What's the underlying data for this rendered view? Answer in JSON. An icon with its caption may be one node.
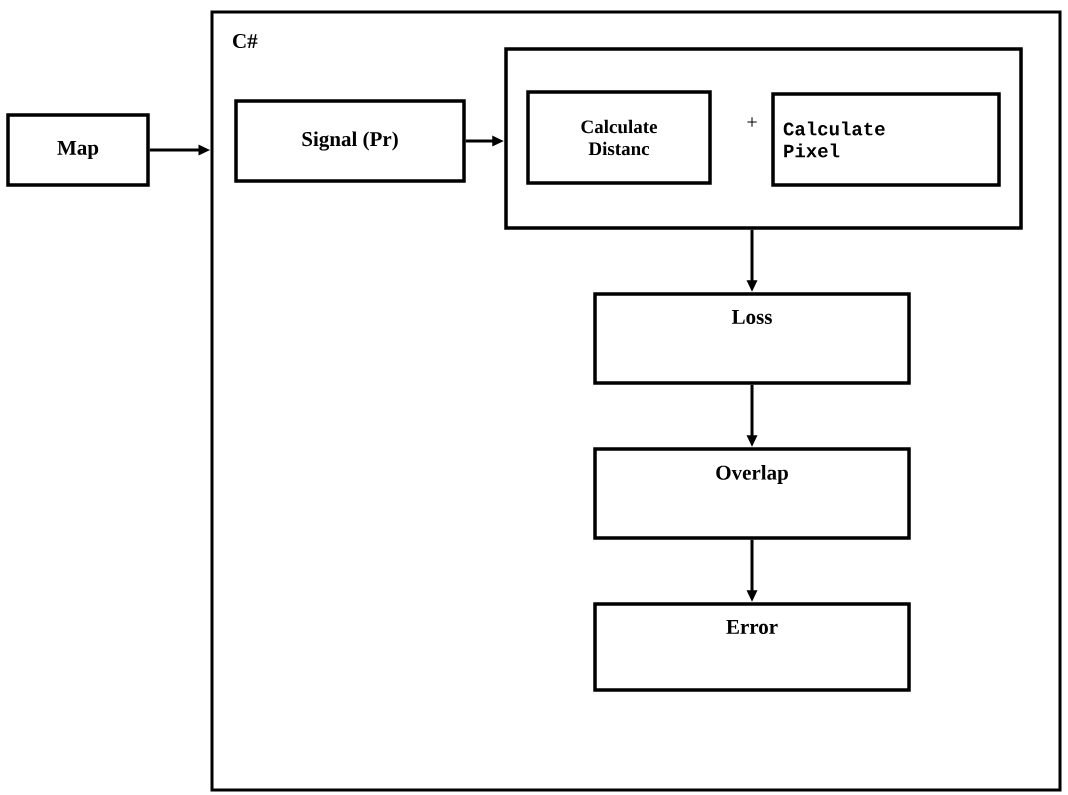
{
  "diagram": {
    "nodes": [
      {
        "text": [
          "Map"
        ]
      },
      {
        "text": [
          "C#"
        ]
      },
      {
        "text": [
          "Signal (Pr)"
        ],
        "in": 1
      },
      {
        "text": [],
        "shape": "box",
        "in": 1
      },
      {
        "text": [
          "Calculate Distanc"
        ],
        "in": 3
      },
      {
        "text": [
          "Calculate Pixel"
        ],
        "in": 3
      },
      {
        "text": [
          "Loss"
        ],
        "in": 1
      },
      {
        "text": [
          "Overlap"
        ],
        "in": 1
      },
      {
        "text": [
          "Error"
        ],
        "in": 1
      }
    ],
    "edges": [
      {
        "from": 0,
        "to": 1,
        "arrow": "to"
      },
      {
        "from": 2,
        "to": 3,
        "arrow": "to"
      },
      {
        "from": 3,
        "to": 6,
        "arrow": "to"
      },
      {
        "from": 6,
        "to": 7,
        "arrow": "to"
      },
      {
        "from": 7,
        "to": 8,
        "arrow": "to"
      }
    ],
    "labels": [
      "+"
    ]
  }
}
